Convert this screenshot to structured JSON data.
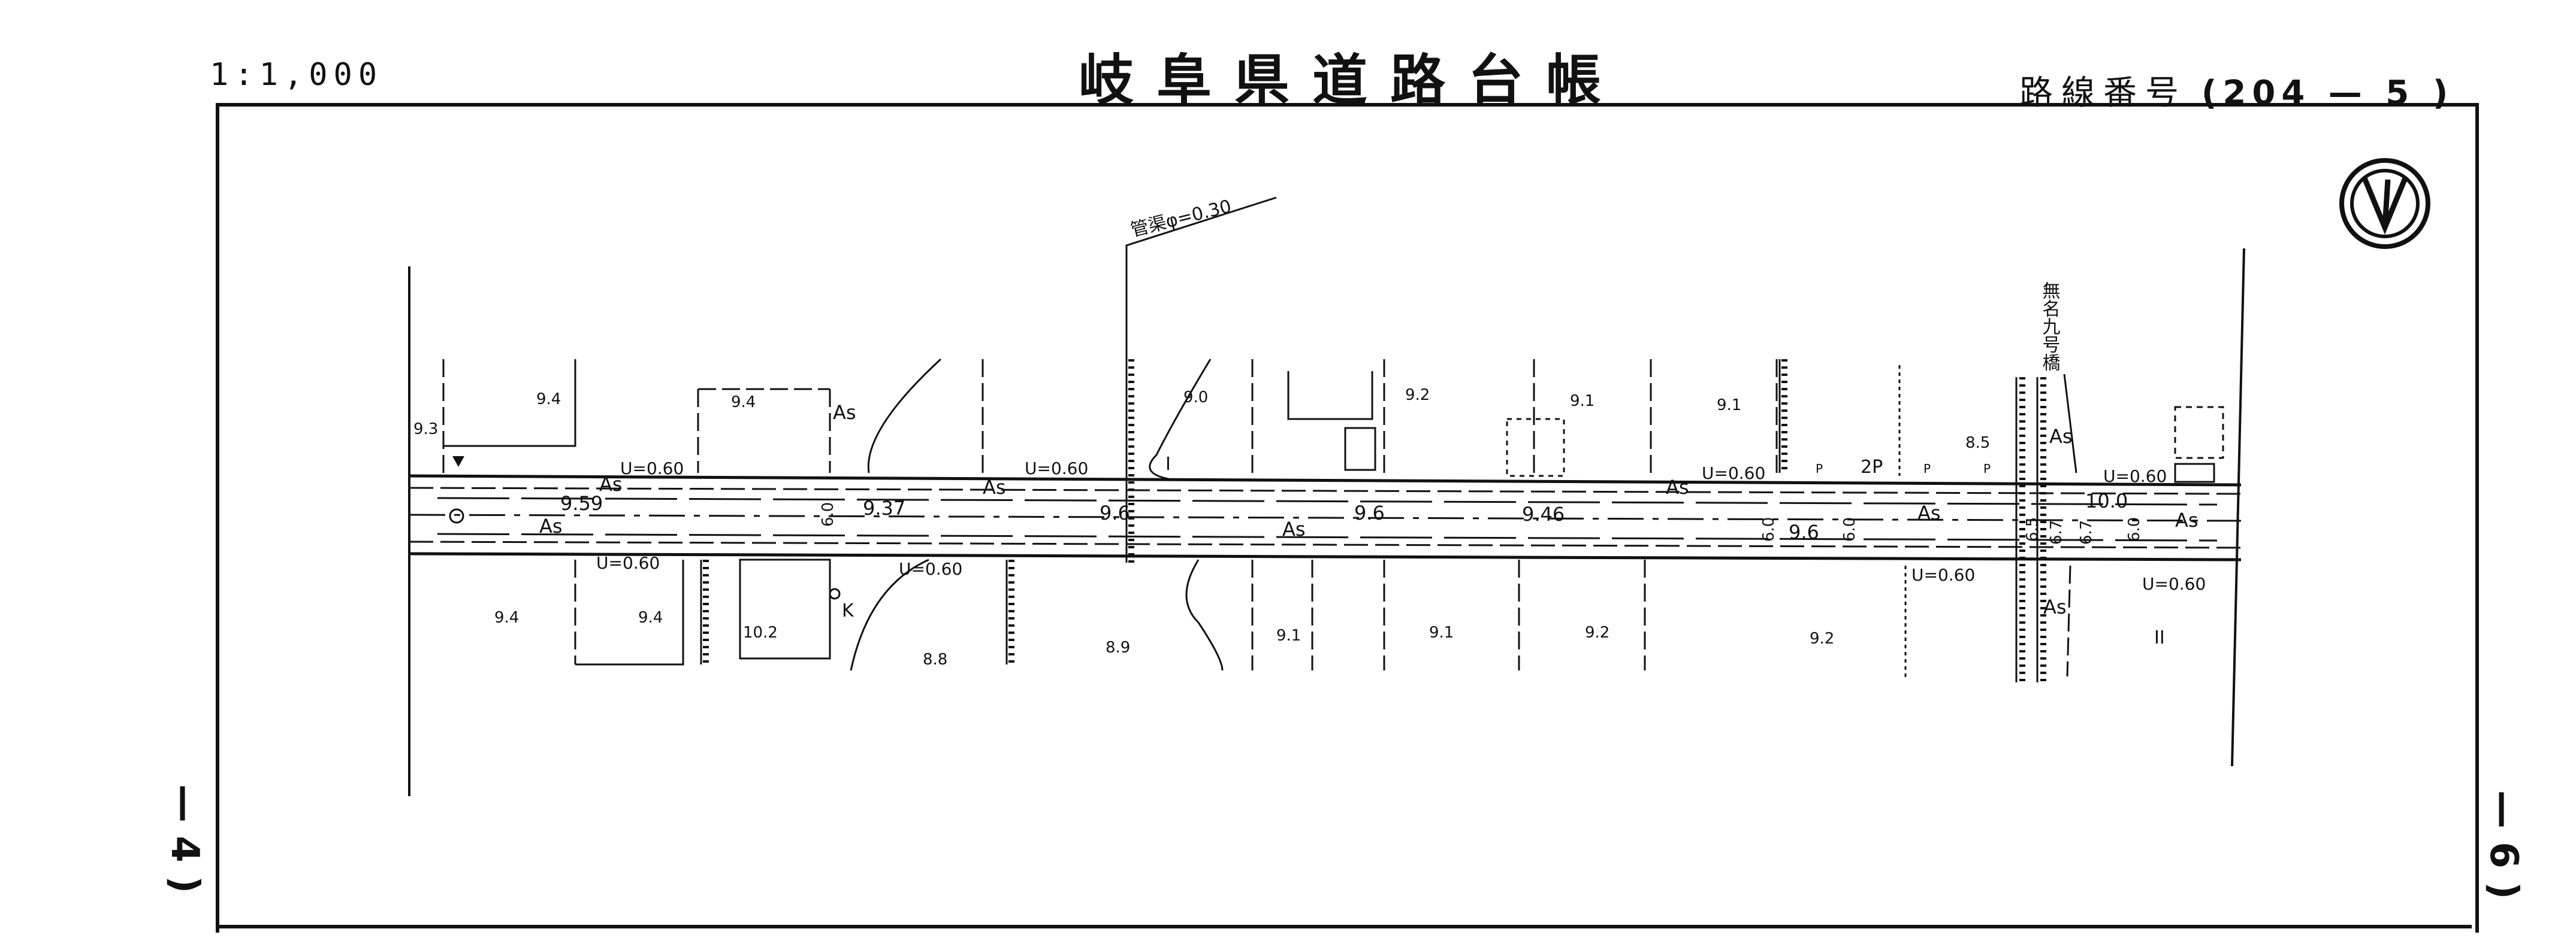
{
  "header": {
    "scale": "1:1,000",
    "title": "岐阜県道路台帳",
    "route_label": "路線番号",
    "route_number": "(204 — 5 )"
  },
  "side_pages": {
    "left": "— 4 )",
    "right": "— 6 )"
  },
  "north_arrow": {
    "icon": "north-arrow-icon"
  },
  "map_labels": {
    "pipe": "管渠φ=0.30",
    "bridge": "無名九号橋",
    "pavement": "As",
    "gutter_u060": "U=0.60",
    "width_959": "9.59",
    "width_937": "9.37",
    "width_946": "9.46",
    "width_96": "9.6",
    "width_100": "10.0",
    "seg_60": "6.0",
    "seg_65": "6.5",
    "seg_67": "6.7",
    "elev_93": "9.3",
    "elev_94": "9.4",
    "elev_90": "9.0",
    "elev_92": "9.2",
    "elev_91": "9.1",
    "elev_85": "8.5",
    "elev_102": "10.2",
    "elev_88": "8.8",
    "elev_89": "8.9",
    "two_p": "2P",
    "p": "P",
    "k": "K",
    "i": "I",
    "ii": "II"
  }
}
